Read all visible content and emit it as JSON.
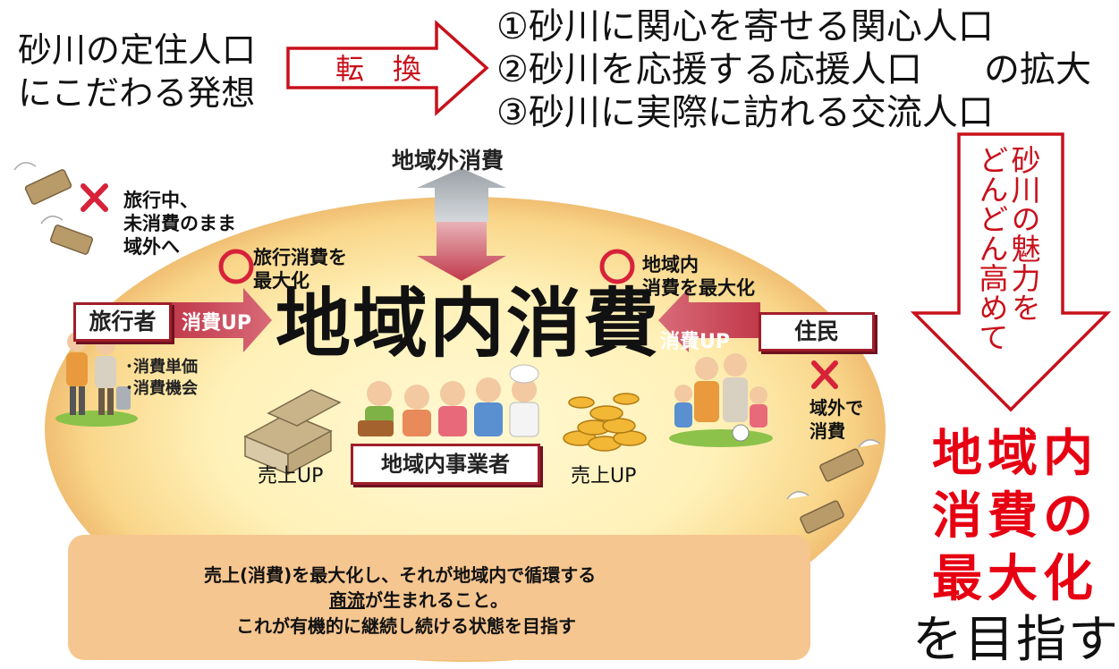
{
  "header": {
    "left_line1": "砂川の定住人口",
    "left_line2": "にこだわる発想",
    "arrow_label": "転　換",
    "item1": "①砂川に関心を寄せる関心人口",
    "item2": "②砂川を応援する応援人口",
    "item3": "③砂川に実際に訪れる交流人口",
    "suffix": "の拡大"
  },
  "diagram": {
    "outside_consumption": "地域外消費",
    "center_title": "地域内消費",
    "traveler": {
      "label": "旅行者",
      "arrow": "消費UP",
      "note_line1": "旅行中、",
      "note_line2": "未消費のまま",
      "note_line3": "域外へ",
      "goal_line1": "旅行消費を",
      "goal_line2": "最大化",
      "bullet1": "･消費単価",
      "bullet2": "･消費機会"
    },
    "resident": {
      "label": "住民",
      "arrow": "消費UP",
      "goal_line1": "地域内",
      "goal_line2": "消費を最大化",
      "note_line1": "域外で",
      "note_line2": "消費"
    },
    "business_label": "地域内事業者",
    "sales_left": "売上UP",
    "sales_right": "売上UP",
    "bottom_line1": "売上(消費)を最大化し、それが地域内で循環する",
    "bottom_line2_underlined": "商流",
    "bottom_line2_rest": "が生まれること。",
    "bottom_line3": "これが有機的に継続し続ける状態を目指す"
  },
  "right": {
    "vertical_col1": "砂川の魅力を",
    "vertical_col2": "どんどん高めて",
    "result_line1": "地域内",
    "result_line2": "消費の",
    "result_line3": "最大化",
    "result_line4": "を目指す"
  },
  "colors": {
    "accent_red": "#c8101b",
    "bright_red": "#e60012",
    "box_border": "#a01e2a",
    "arrow_fill": "#c0394a",
    "oval_center": "#fff4c2",
    "oval_edge": "#e8b060",
    "bottom_panel": "#f6c690"
  }
}
